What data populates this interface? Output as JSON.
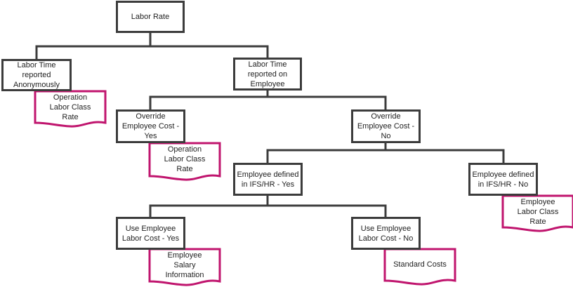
{
  "nodes": {
    "labor_rate": "Labor Rate",
    "anonymous": "Labor Time reported Anonymously",
    "on_employee": "Labor Time reported on Employee",
    "override_yes": "Override Employee Cost - Yes",
    "override_no": "Override Employee Cost - No",
    "employee_in_hr_yes": "Employee defined in IFS/HR - Yes",
    "employee_in_hr_no": "Employee defined in IFS/HR - No",
    "use_cost_yes": "Use Employee Labor Cost - Yes",
    "use_cost_no": "Use Employee Labor Cost - No"
  },
  "documents": {
    "doc_op_rate_1": "Operation Labor Class Rate",
    "doc_op_rate_2": "Operation Labor Class Rate",
    "doc_emp_rate": "Employee Labor Class Rate",
    "doc_salary": "Employee Salary Information",
    "doc_standard": "Standard Costs"
  },
  "colors": {
    "box_border": "#3c3c3c",
    "connector": "#3c3c3c",
    "document_border": "#c0156e"
  }
}
